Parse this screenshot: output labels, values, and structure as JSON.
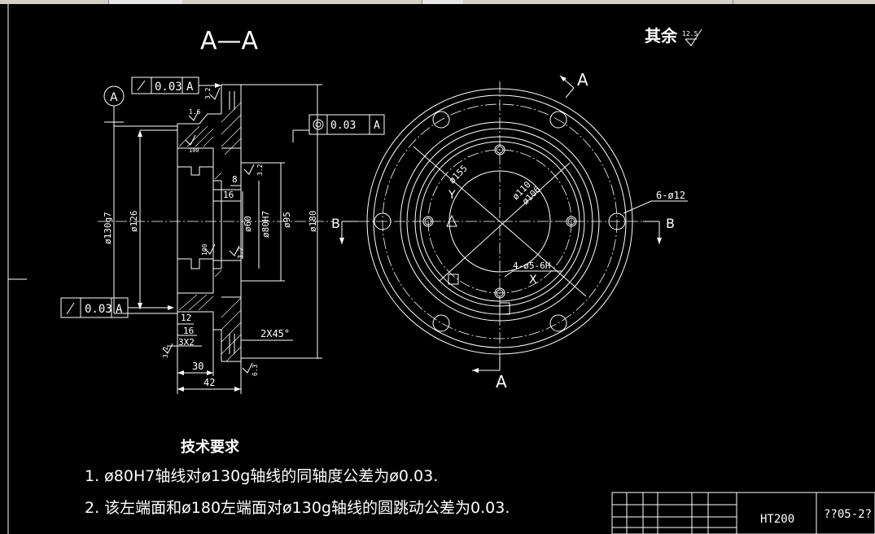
{
  "section_title": "A—A",
  "other_surfaces": {
    "label": "其余",
    "roughness": "12.5"
  },
  "datum_label": "A",
  "fcf_runout_top": {
    "tolerance": "0.03",
    "datum": "A"
  },
  "fcf_concentric": {
    "tolerance": "0.03",
    "datum": "A"
  },
  "fcf_runout_bottom": {
    "tolerance": "0.03",
    "datum": "A"
  },
  "section_dims": {
    "d130": "ø130g7",
    "d126": "ø126",
    "d60": "ø60",
    "d80": "ø80H7",
    "d95": "ø95",
    "d180": "ø180",
    "d8": "8",
    "d16a": "16",
    "d12": "12",
    "d16b": "16",
    "d3x2": "3X2",
    "d30": "30",
    "d42": "42",
    "chamfer": "2X45°",
    "r16": "1.6",
    "r100a": "100",
    "r100b": "100",
    "r32a": "3.2",
    "r32b": "3.2",
    "r32c": "3.2",
    "r32d": "3.2",
    "r63": "6.3"
  },
  "plan_view": {
    "label_a_top": "A",
    "label_a_bottom": "A",
    "label_b_left": "B",
    "label_b_right": "B",
    "d155": "ø155",
    "d110": "ø110",
    "d106": "ø106",
    "holes": "6-ø12",
    "threads": "4-ø5-6H",
    "axis_x": "X",
    "axis_y": "Y"
  },
  "tech_req": {
    "title": "技术要求",
    "line1": "1.  ø80H7轴线对ø130g轴线的同轴度公差为ø0.03.",
    "line2": "2.  该左端面和ø180左端面对ø130g轴线的圆跳动公差为0.03."
  },
  "title_block": {
    "material": "HT200",
    "drawing_no": "??05-2?"
  }
}
